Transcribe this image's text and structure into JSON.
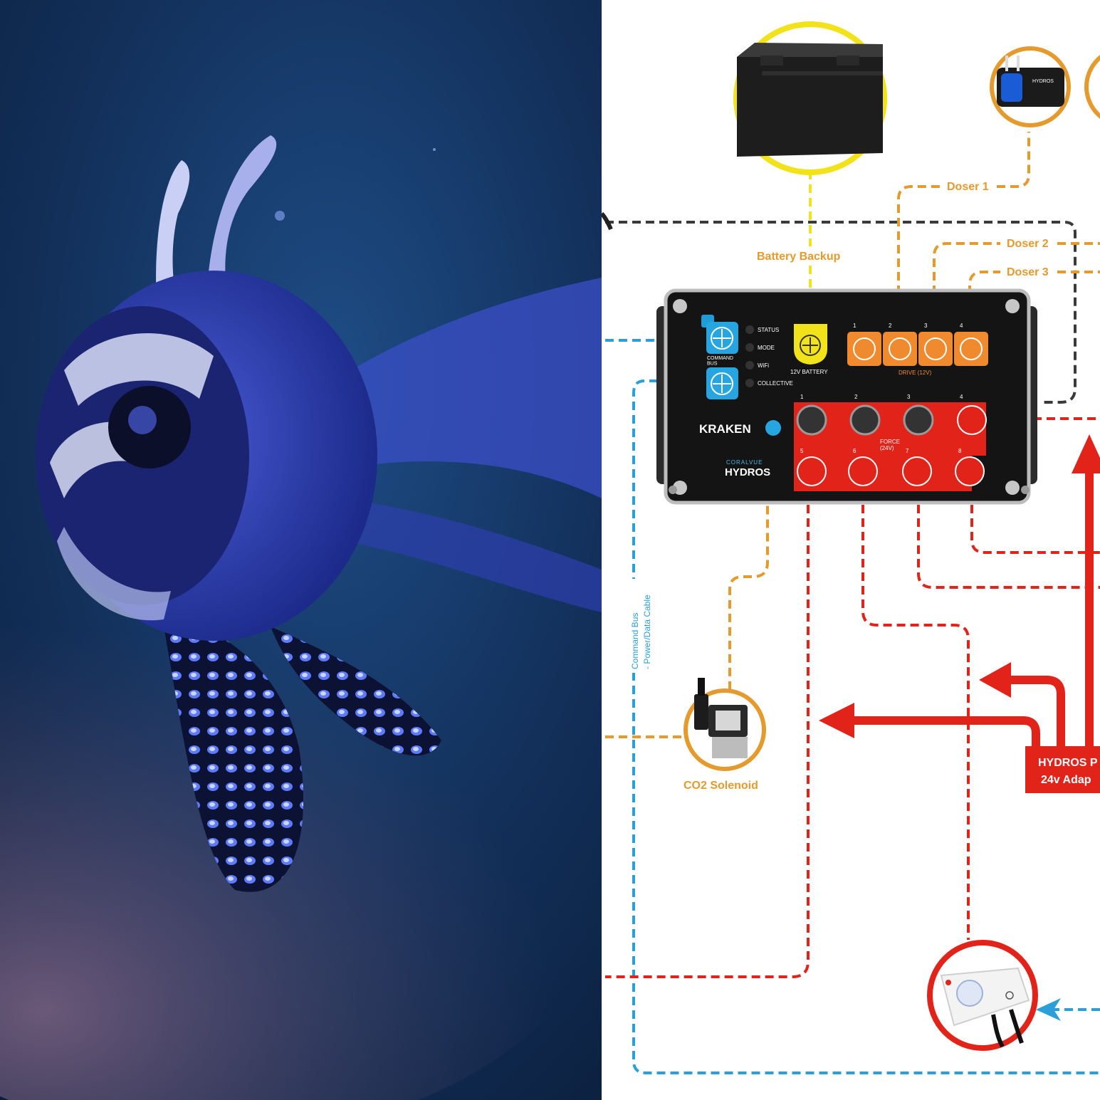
{
  "photo": {
    "subject": "fish-photo"
  },
  "device": {
    "status_labels": [
      "STATUS",
      "MODE",
      "WiFi",
      "COLLECTIVE"
    ],
    "command_bus_label": "COMMAND\nBUS",
    "battery_port_label": "12V BATTERY",
    "drive_label": "DRIVE (12V)",
    "drive_ports": [
      "1",
      "2",
      "3",
      "4"
    ],
    "force_label": "FORCE\n(24V)",
    "force_ports": [
      "1",
      "2",
      "3",
      "4",
      "5",
      "6",
      "7",
      "8"
    ],
    "kraken_label": "KRAKEN",
    "coralvue_label": "CORALVUE",
    "hydros_label": "HYDROS"
  },
  "labels": {
    "battery_backup": "Battery Backup",
    "doser1": "Doser 1",
    "doser2": "Doser 2",
    "doser3": "Doser 3",
    "co2_solenoid": "CO2 Solenoid",
    "adapter_line1": "HYDROS P",
    "adapter_line2": "24v Adap",
    "command_bus_line1": "Command Bus",
    "command_bus_line2": "- Power/Data Cable"
  },
  "colors": {
    "orange": "#e59a2d",
    "red": "#e2231a",
    "blue": "#2a9fd8",
    "gray": "#3a3a3a",
    "yellow": "#f2e21a"
  }
}
